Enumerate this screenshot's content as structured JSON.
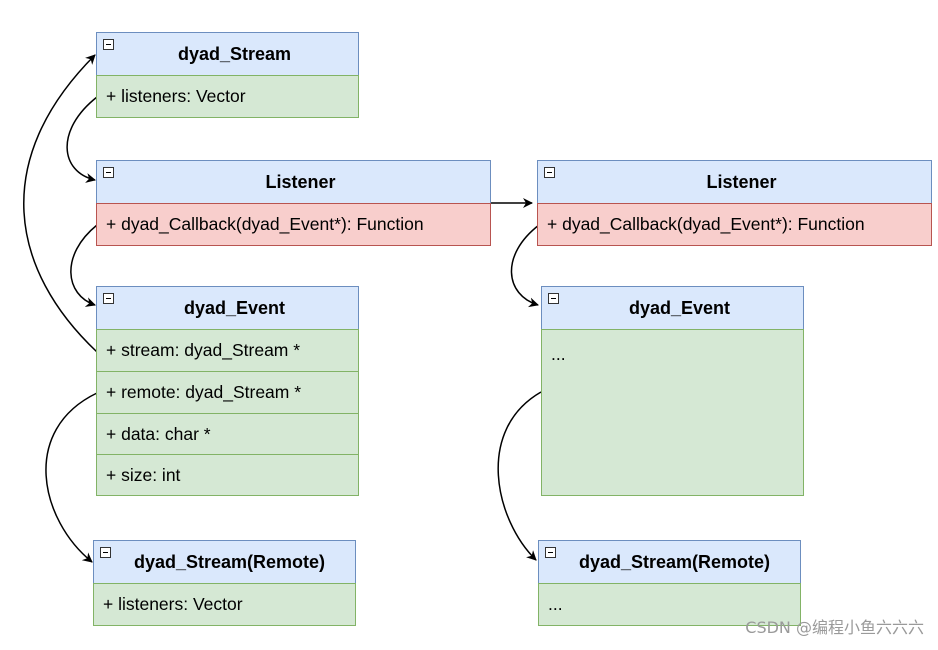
{
  "classes": {
    "stream_top": {
      "title": "dyad_Stream",
      "fields": [
        "+ listeners: Vector"
      ]
    },
    "listener_left": {
      "title": "Listener",
      "fields": [
        "+ dyad_Callback(dyad_Event*): Function"
      ]
    },
    "listener_right": {
      "title": "Listener",
      "fields": [
        "+ dyad_Callback(dyad_Event*): Function"
      ]
    },
    "event_left": {
      "title": "dyad_Event",
      "fields": [
        "+ stream: dyad_Stream *",
        "+ remote: dyad_Stream *",
        "+ data: char *",
        "+ size: int"
      ]
    },
    "event_right": {
      "title": "dyad_Event",
      "fields": [
        "..."
      ]
    },
    "remote_left": {
      "title": "dyad_Stream(Remote)",
      "fields": [
        "+ listeners: Vector"
      ]
    },
    "remote_right": {
      "title": "dyad_Stream(Remote)",
      "fields": [
        "..."
      ]
    }
  },
  "watermark": "CSDN @编程小鱼六六六",
  "colors": {
    "header_fill": "#dae8fc",
    "header_stroke": "#6c8ebf",
    "field_fill": "#d5e8d4",
    "field_stroke": "#82b366",
    "method_fill": "#f8cecc",
    "method_stroke": "#b85450"
  }
}
